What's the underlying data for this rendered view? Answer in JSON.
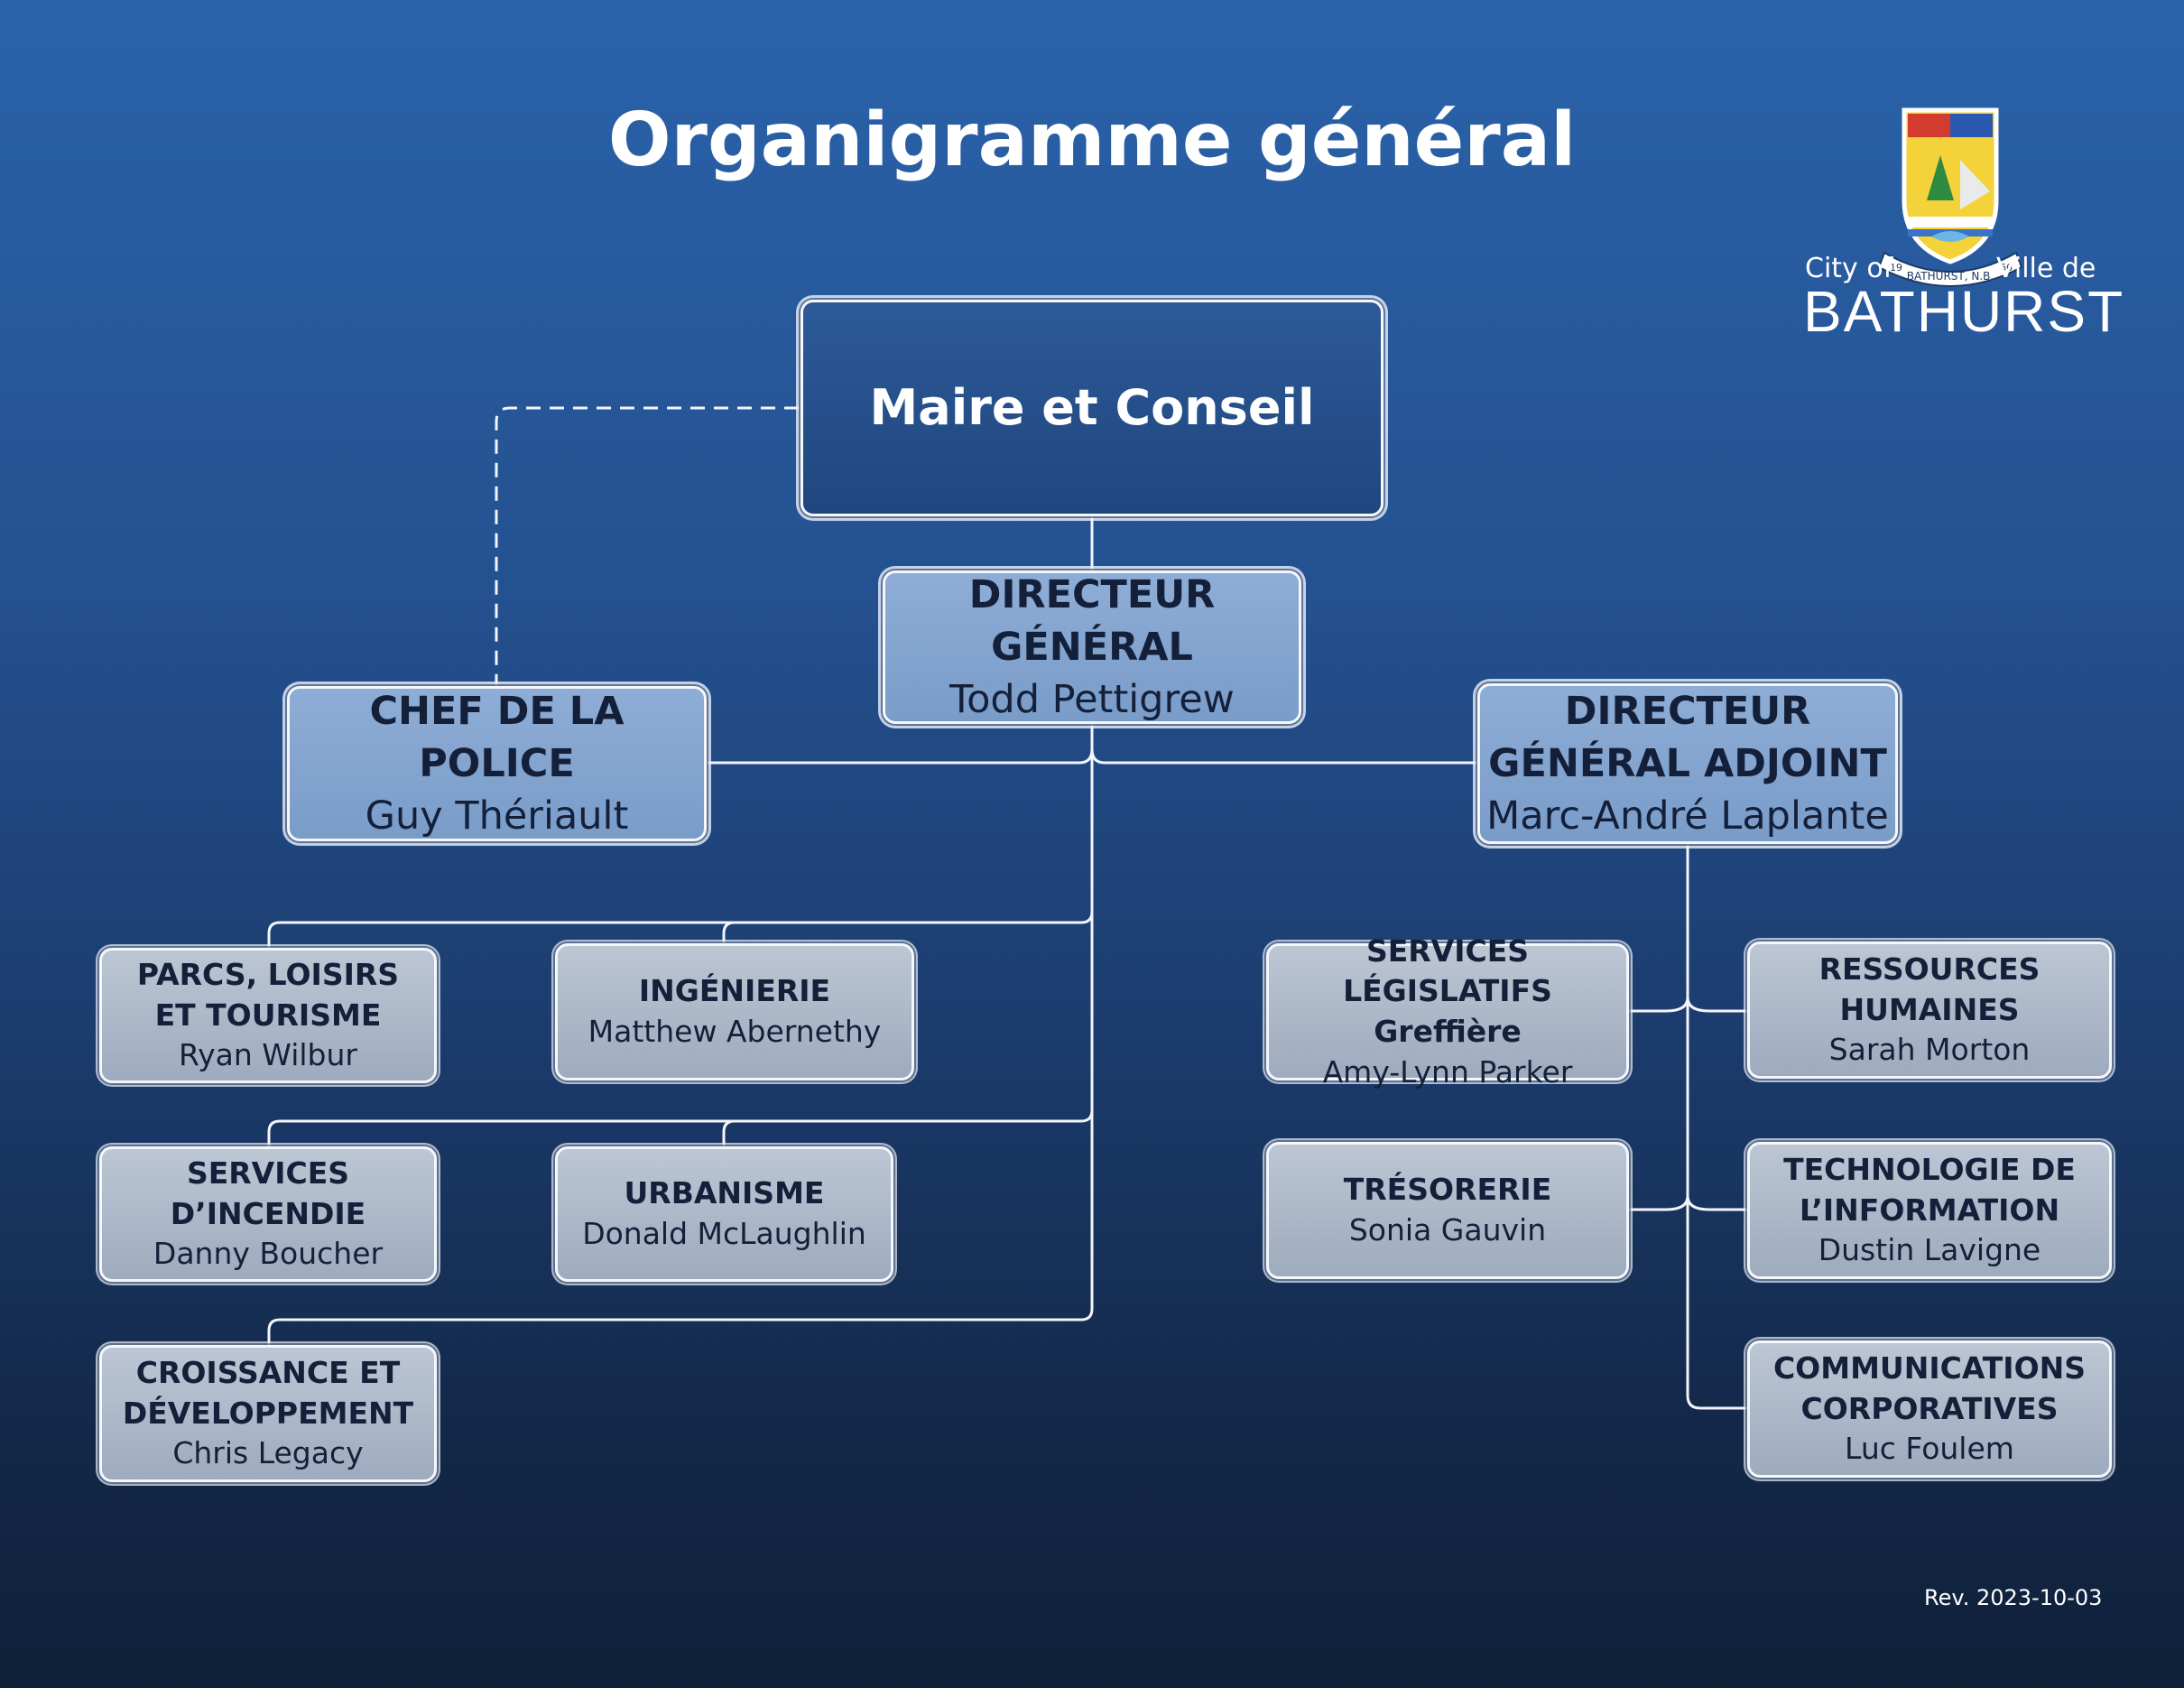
{
  "title": "Organigramme général",
  "logo": {
    "city_prefix": "City of",
    "ville_prefix": "Ville de",
    "name": "BATHURST",
    "seal_text": "BATHURST, N.B.",
    "seal_year_left": "19",
    "seal_year_right": "66"
  },
  "revision": "Rev. 2023-10-03",
  "nodes": {
    "council": {
      "title": "Maire et Conseil"
    },
    "dg": {
      "title_line1": "DIRECTEUR",
      "title_line2": "GÉNÉRAL",
      "name": "Todd Pettigrew"
    },
    "police": {
      "title": "CHEF DE LA POLICE",
      "name": "Guy Thériault"
    },
    "dga": {
      "title_line1": "DIRECTEUR",
      "title_line2": "GÉNÉRAL ADJOINT",
      "name": "Marc-André Laplante"
    },
    "parcs": {
      "title_line1": "PARCS, LOISIRS",
      "title_line2": "ET TOURISME",
      "name": "Ryan Wilbur"
    },
    "ingenierie": {
      "title": "INGÉNIERIE",
      "name": "Matthew Abernethy"
    },
    "incendie": {
      "title": "SERVICES D’INCENDIE",
      "name": "Danny Boucher"
    },
    "urbanisme": {
      "title": "URBANISME",
      "name": "Donald McLaughlin"
    },
    "croissance": {
      "title_line1": "CROISSANCE ET",
      "title_line2": "DÉVELOPPEMENT",
      "name": "Chris Legacy"
    },
    "legislatifs": {
      "title_line1": "SERVICES LÉGISLATIFS",
      "title_line2": "Greffière",
      "name": "Amy-Lynn Parker"
    },
    "rh": {
      "title_line1": "RESSOURCES",
      "title_line2": "HUMAINES",
      "name": "Sarah Morton"
    },
    "tresorerie": {
      "title": "TRÉSORERIE",
      "name": "Sonia Gauvin"
    },
    "ti": {
      "title_line1": "TECHNOLOGIE DE",
      "title_line2": "L’INFORMATION",
      "name": "Dustin Lavigne"
    },
    "communications": {
      "title_line1": "COMMUNICATIONS",
      "title_line2": "CORPORATIVES",
      "name": "Luc Foulem"
    }
  },
  "colors": {
    "background_top": "#2a62aa",
    "background_bottom": "#0f2039",
    "top_box": "#2c5a98",
    "level2_box": "#8eadd6",
    "dept_box": "#b4bfcf",
    "connector": "#f2f5fa"
  }
}
